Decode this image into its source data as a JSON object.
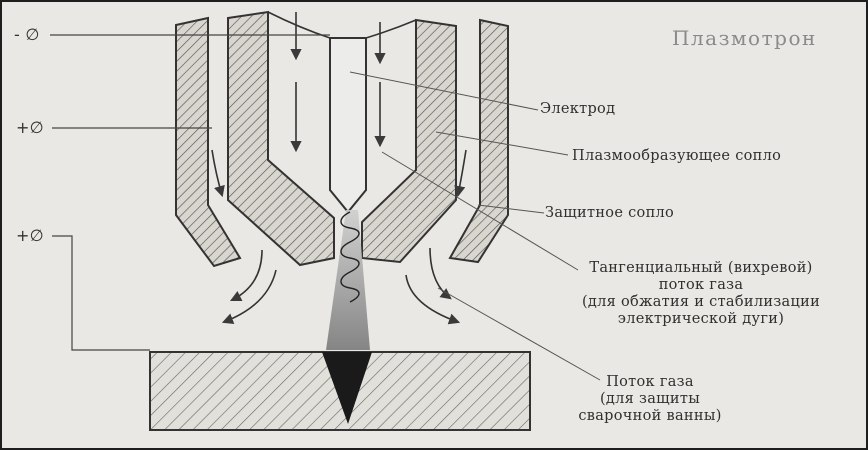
{
  "title": "Плазмотрон",
  "terminals": {
    "electrode": "- ∅",
    "nozzle": "+∅",
    "workpiece": "+∅"
  },
  "labels": {
    "electrode": "Электрод",
    "plasma_nozzle": "Плазмообразующее сопло",
    "shield_nozzle": "Защитное сопло",
    "tangential_flow": [
      "Тангенциальный (вихревой)",
      "поток газа",
      "(для обжатия и стабилизации",
      "электрической дуги)"
    ],
    "gas_flow": [
      "Поток газа",
      "(для защиты",
      "сварочной ванны)"
    ]
  },
  "colors": {
    "background": "#e9e8e4",
    "ink": "#3a3a3a",
    "title": "#8a8a8a"
  }
}
